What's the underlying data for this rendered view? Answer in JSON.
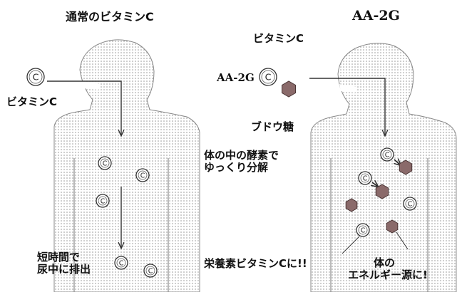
{
  "left_panel": {
    "title": "通常のビタミンC",
    "vitamin_label": "ビタミンC",
    "excretion_label": [
      "短時間で",
      "尿中に排出"
    ]
  },
  "right_panel": {
    "title": "AA-2G",
    "aa2g_label": "AA-2G",
    "vitamin_label": "ビタミンC",
    "glucose_label": "ブドウ糖",
    "enzyme_label": [
      "体の中の酵素で",
      "ゆっくり分解"
    ],
    "nutrient_label": "栄養素ビタミンCに!!",
    "energy_label": [
      "体の",
      "エネルギー源に!"
    ]
  },
  "symbols": {
    "vitamin_c": "C"
  },
  "colors": {
    "body_dots": "#8f8f8f",
    "glucose": "#8a6a6a",
    "line": "#333333"
  }
}
